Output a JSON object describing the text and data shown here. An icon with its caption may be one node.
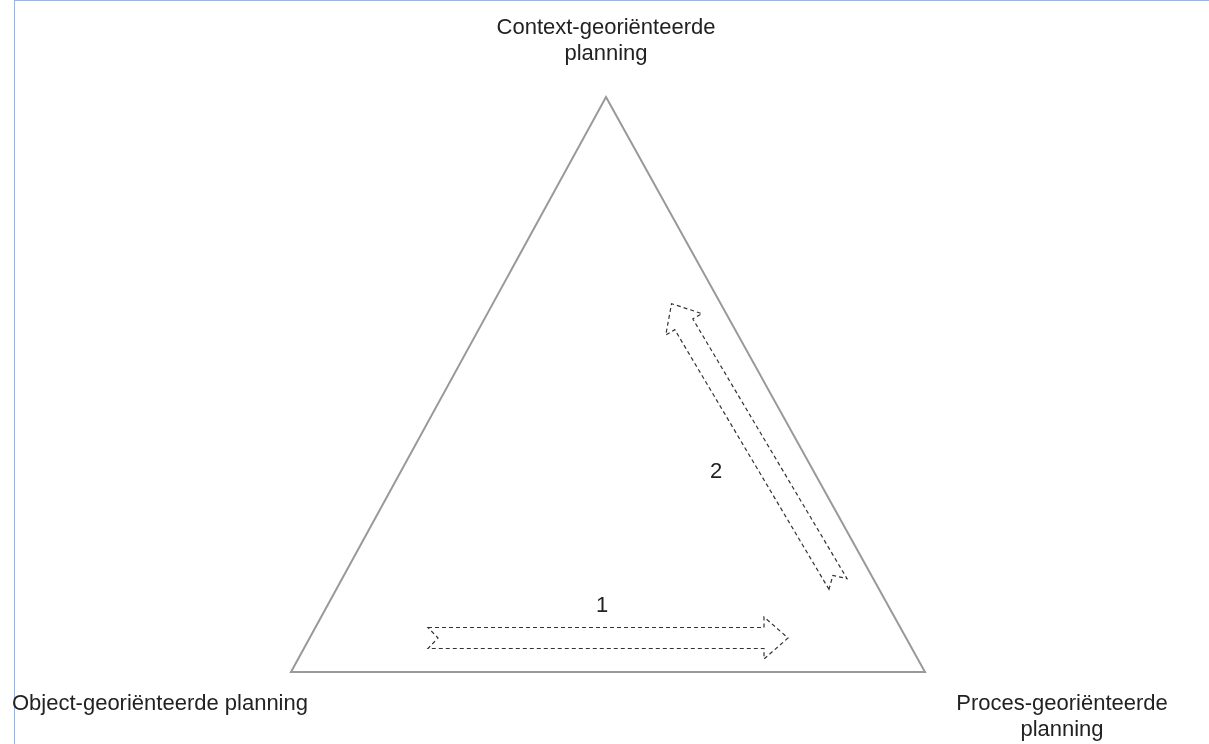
{
  "diagram": {
    "labels": [
      "Context-georiënteerde planning",
      "2",
      "1",
      "Object-georiënteerde planning",
      "Proces-georiënteerde planning"
    ]
  }
}
